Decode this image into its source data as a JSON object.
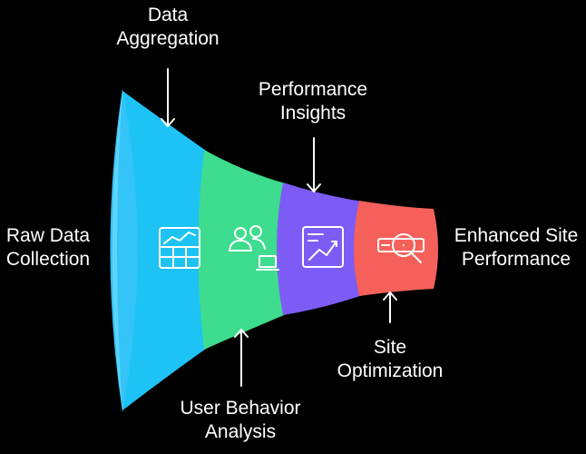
{
  "background": "#000000",
  "labels": {
    "raw_data_collection": [
      "Raw Data",
      "Collection"
    ],
    "data_aggregation": [
      "Data",
      "Aggregation"
    ],
    "user_behavior_analysis": [
      "User Behavior",
      "Analysis"
    ],
    "performance_insights": [
      "Performance",
      "Insights"
    ],
    "site_optimization": [
      "Site",
      "Optimization"
    ],
    "enhanced_site_performance": [
      "Enhanced Site",
      "Performance"
    ]
  },
  "stages": [
    {
      "name": "data-aggregation",
      "color": "#1ec3f5",
      "icon": "spreadsheet-chart-icon"
    },
    {
      "name": "user-behavior-analysis",
      "color": "#3ddc8f",
      "icon": "users-laptop-icon"
    },
    {
      "name": "performance-insights",
      "color": "#7d5cf5",
      "icon": "line-chart-board-icon"
    },
    {
      "name": "site-optimization",
      "color": "#f5605a",
      "icon": "search-optimization-icon"
    }
  ],
  "rim_color": "#3bc6f7"
}
